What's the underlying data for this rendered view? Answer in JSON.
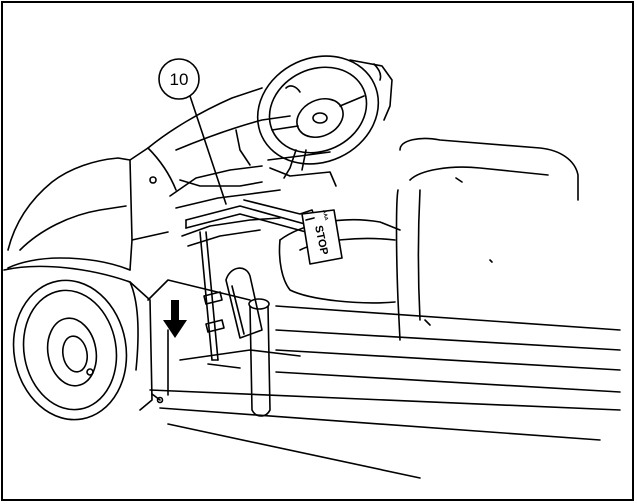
{
  "callout": {
    "label": "10"
  },
  "tag": {
    "text": "STOP",
    "small_text": "AAA"
  },
  "colors": {
    "line": "#000000",
    "background": "#ffffff",
    "arrow": "#000000"
  }
}
